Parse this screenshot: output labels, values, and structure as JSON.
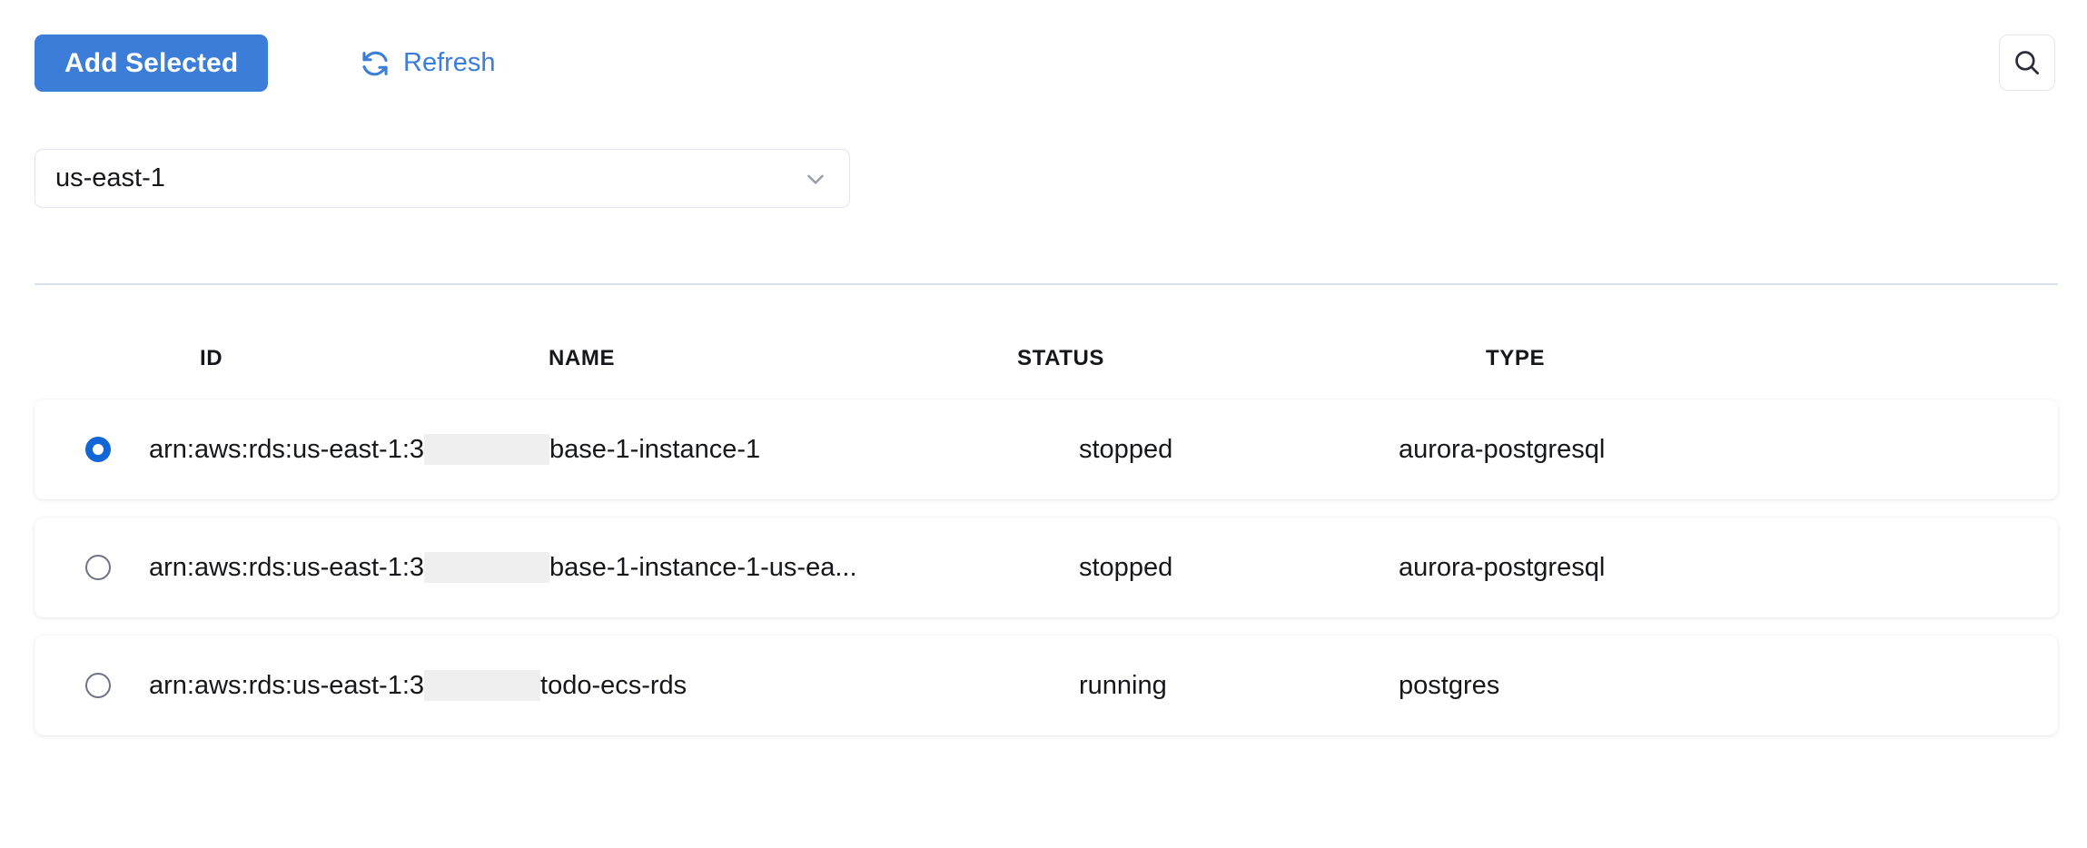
{
  "toolbar": {
    "add_selected_label": "Add Selected",
    "refresh_label": "Refresh",
    "refresh_icon": "refresh-icon",
    "search_icon": "search-icon"
  },
  "region_select": {
    "value": "us-east-1",
    "chevron_icon": "chevron-down-icon"
  },
  "table": {
    "columns": [
      {
        "key": "id",
        "label": "ID"
      },
      {
        "key": "name",
        "label": "NAME"
      },
      {
        "key": "status",
        "label": "STATUS"
      },
      {
        "key": "type",
        "label": "TYPE"
      }
    ],
    "rows": [
      {
        "selected": true,
        "arn_prefix": "arn:aws:rds:us-east-1:3",
        "arn_redacted_width": 138,
        "arn_suffix": "base-1-instance-1",
        "status": "stopped",
        "type": "aurora-postgresql"
      },
      {
        "selected": false,
        "arn_prefix": "arn:aws:rds:us-east-1:3",
        "arn_redacted_width": 138,
        "arn_suffix": "base-1-instance-1-us-ea...",
        "status": "stopped",
        "type": "aurora-postgresql"
      },
      {
        "selected": false,
        "arn_prefix": "arn:aws:rds:us-east-1:3",
        "arn_redacted_width": 128,
        "arn_suffix": " todo-ecs-rds",
        "status": "running",
        "type": "postgres"
      }
    ]
  },
  "colors": {
    "accent": "#3b7dd8",
    "radio_selected": "#1266d6",
    "radio_unselected": "#6f7287",
    "divider": "#dbdfe8",
    "redaction": "#efeff0",
    "text": "#15171a"
  }
}
